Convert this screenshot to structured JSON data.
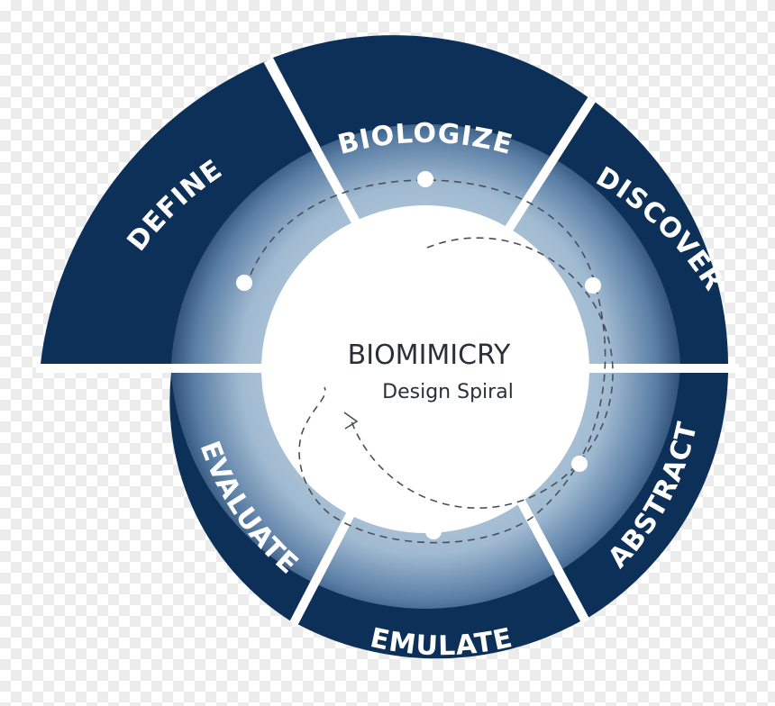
{
  "title": "BIOMIMICRY",
  "subtitle": "Design Spiral",
  "stages": {
    "biologize": "BIOLOGIZE",
    "discover": "DISCOVER",
    "abstract": "ABSTRACT",
    "emulate": "EMULATE",
    "evaluate": "EVALUATE",
    "define": "DEFINE"
  },
  "colors": {
    "segment": "#0c3058",
    "inner_light": "#b9cfe0",
    "inner_dark": "#2c4d73",
    "center": "#ffffff",
    "text": "#2b2f3a"
  }
}
